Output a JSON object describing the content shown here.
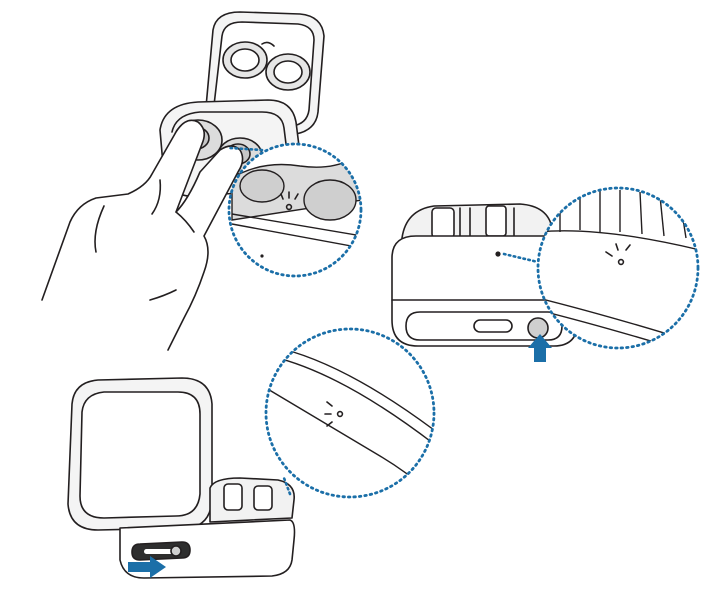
{
  "figure": {
    "panels": [
      {
        "name": "panel-touch-earbuds",
        "description_icon": "hand-icon"
      },
      {
        "name": "panel-case-side-button",
        "description_icon": "arrow-up-icon"
      },
      {
        "name": "panel-case-usb-port",
        "description_icon": "arrow-right-icon"
      }
    ]
  },
  "colors": {
    "line": "#231f20",
    "accent": "#1b6fa8",
    "fill_light": "#f2f2f2",
    "fill_mid": "#dcdcdc",
    "fill_dark": "#bdbdbd",
    "background": "#ffffff"
  }
}
